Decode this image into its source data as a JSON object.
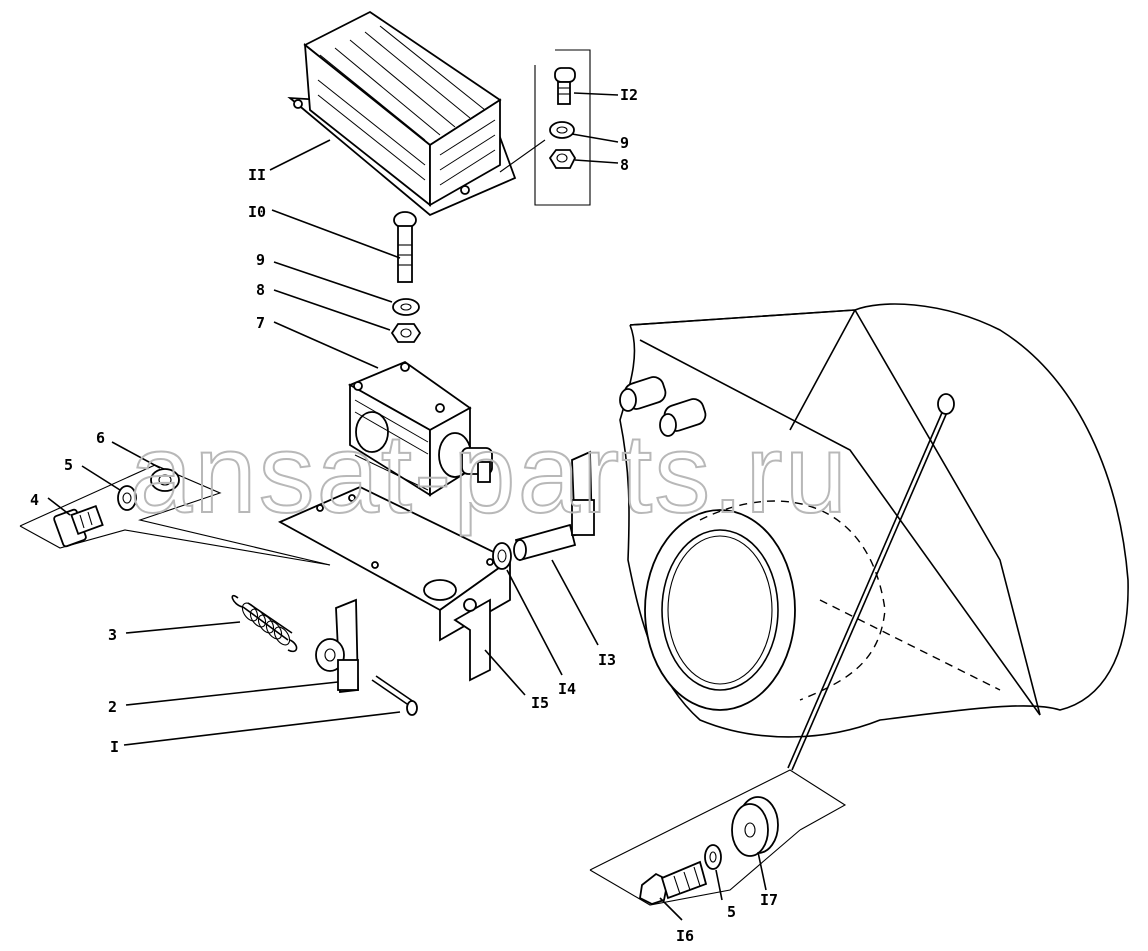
{
  "diagram": {
    "watermark": "ansat-parts.ru",
    "callouts": [
      {
        "id": "c1",
        "text": "I"
      },
      {
        "id": "c2",
        "text": "2"
      },
      {
        "id": "c3",
        "text": "3"
      },
      {
        "id": "c4",
        "text": "4"
      },
      {
        "id": "c5a",
        "text": "5"
      },
      {
        "id": "c5b",
        "text": "5"
      },
      {
        "id": "c6",
        "text": "6"
      },
      {
        "id": "c7",
        "text": "7"
      },
      {
        "id": "c8a",
        "text": "8"
      },
      {
        "id": "c8b",
        "text": "8"
      },
      {
        "id": "c9a",
        "text": "9"
      },
      {
        "id": "c9b",
        "text": "9"
      },
      {
        "id": "c10",
        "text": "I0"
      },
      {
        "id": "c11",
        "text": "II"
      },
      {
        "id": "c12",
        "text": "I2"
      },
      {
        "id": "c13",
        "text": "I3"
      },
      {
        "id": "c14",
        "text": "I4"
      },
      {
        "id": "c15",
        "text": "I5"
      },
      {
        "id": "c16",
        "text": "I6"
      },
      {
        "id": "c17",
        "text": "I7"
      }
    ]
  }
}
